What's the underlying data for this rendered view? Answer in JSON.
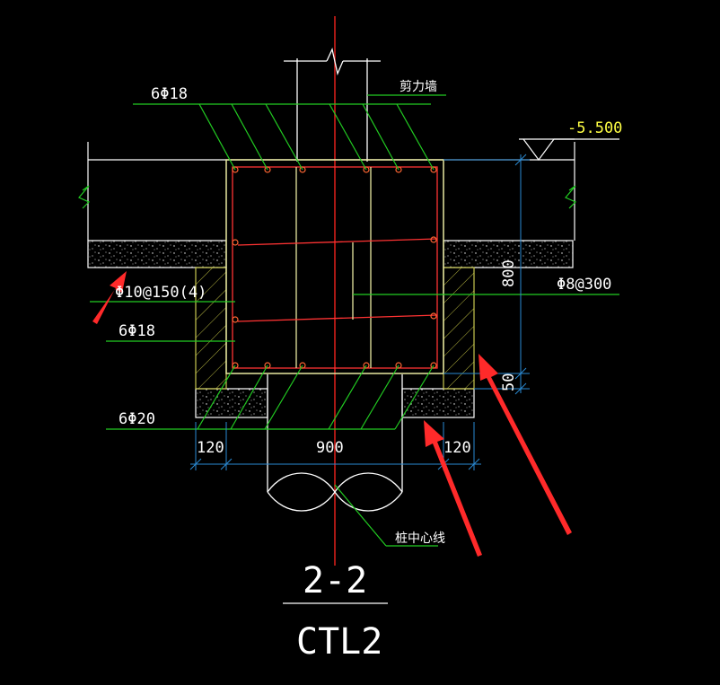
{
  "drawing": {
    "labels": {
      "shear_wall": "剪力墙",
      "top_rebar": "6Φ18",
      "elevation": "-5.500",
      "stirrup": "Φ10@150(4)",
      "waist_rebar": "6Φ18",
      "bottom_rebar": "6Φ20",
      "tie_rebar": "Φ8@300",
      "height_dim": "800",
      "offset_dim": "50",
      "dim_left": "120",
      "dim_mid": "900",
      "dim_right": "120",
      "pile_center": "桩中心线"
    },
    "section_mark": "2-2",
    "beam_code": "CTL2"
  },
  "colors": {
    "background": "#000000",
    "concrete_outline": "#ffffff",
    "leader_lines": "#22cc22",
    "rebar": "#ff3333",
    "dimension": "#2a8ad4",
    "axis": "#e0201a",
    "elevation_text": "#ffff44",
    "hatch": "#c8c850",
    "arrow": "#ff2a2a"
  }
}
